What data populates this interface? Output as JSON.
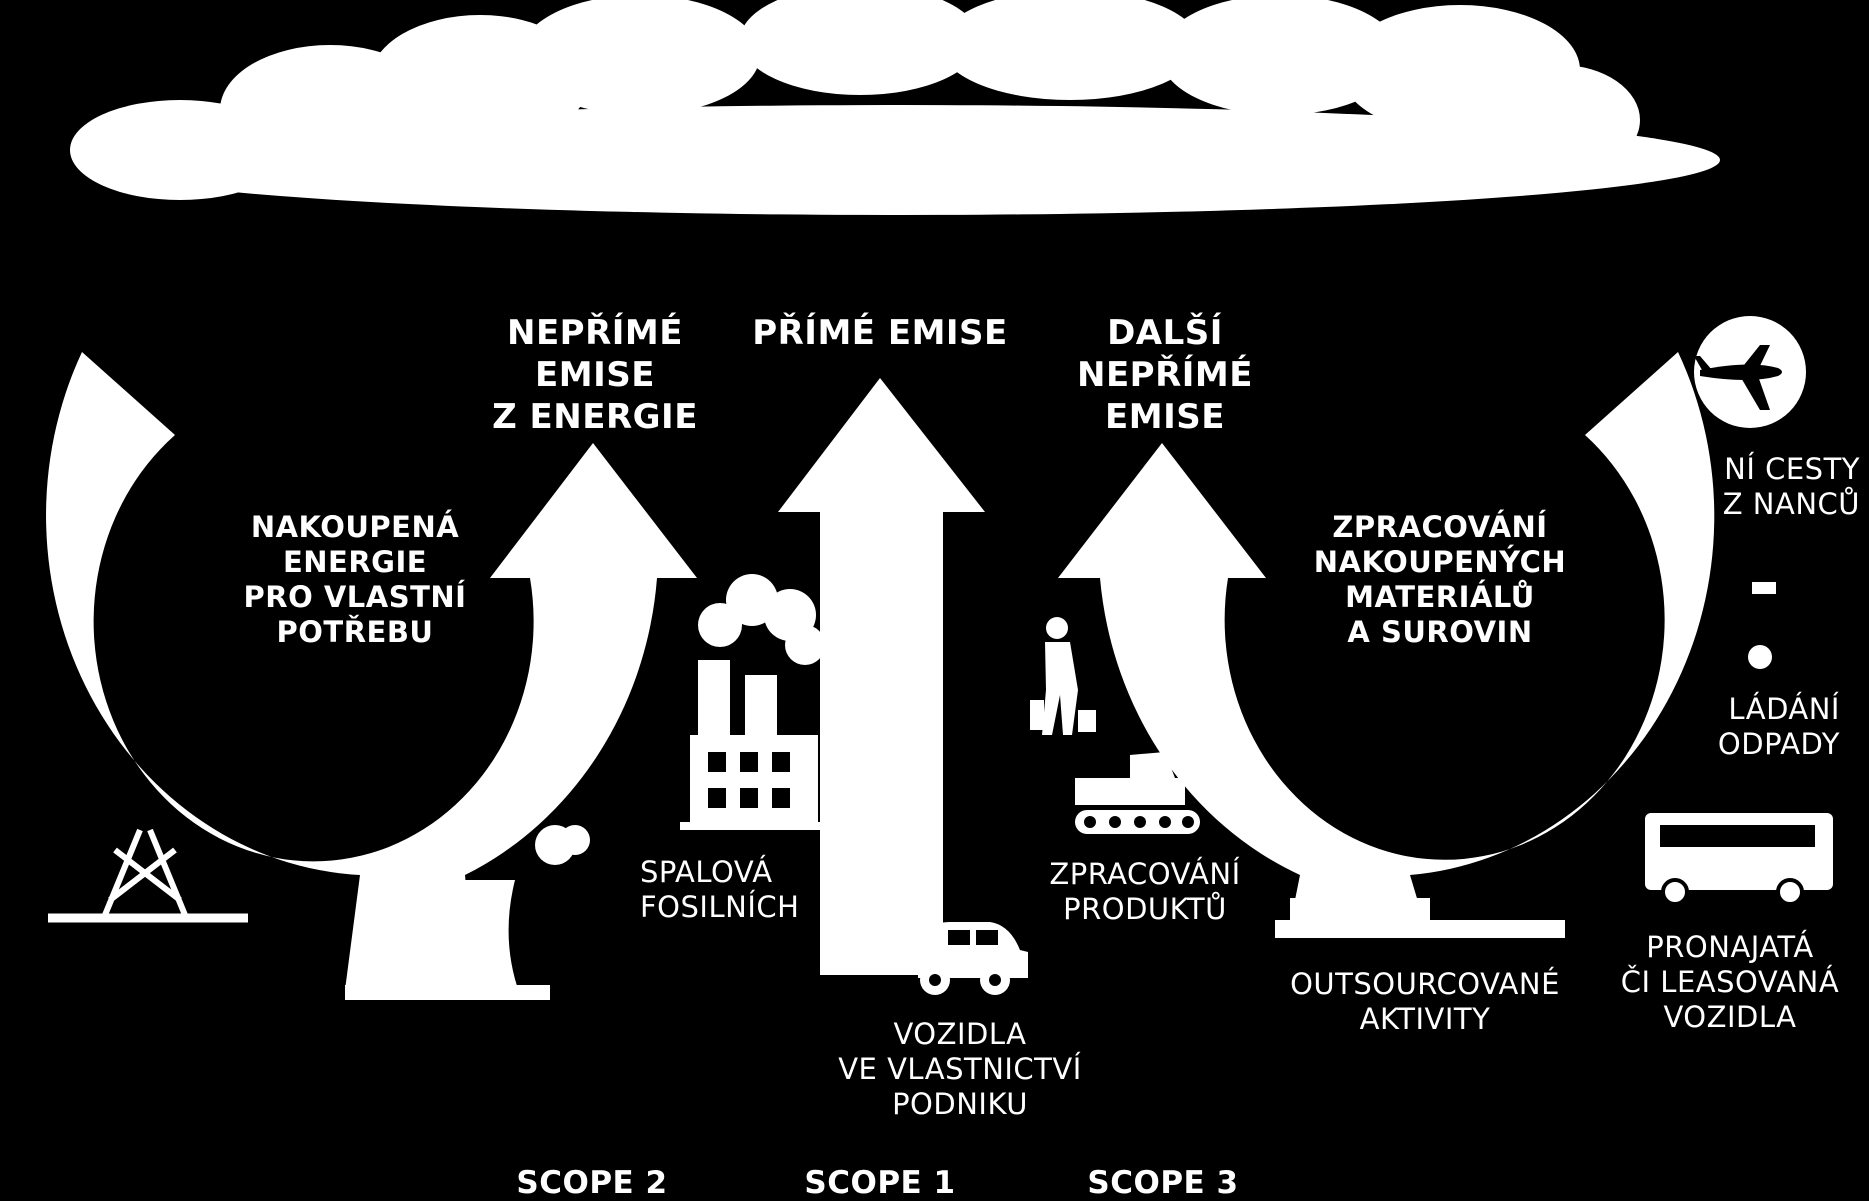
{
  "colors": {
    "background": "#000000",
    "foreground": "#ffffff"
  },
  "headings": {
    "indirect_energy": "NEPŘÍMÉ\nEMISE\nZ ENERGIE",
    "direct": "PŘÍMÉ EMISE",
    "other_indirect": "DALŠÍ\nNEPŘÍMÉ\nEMISE"
  },
  "inner_labels": {
    "purchased_energy": "NAKOUPENÁ\nENERGIE\nPRO VLASTNÍ\nPOTŘEBU",
    "processing_materials": "ZPRACOVÁNÍ\nNAKOUPENÝCH\nMATERIÁLŮ\nA SUROVIN"
  },
  "sources": {
    "fossil_fuel": "SPALOVÁ\nFOSILNÍCH",
    "product_processing": "ZPRACOVÁNÍ\nPRODUKTŮ",
    "owned_vehicles": "VOZIDLA\nVE VLASTNICTVÍ\nPODNIKU",
    "outsourced": "OUTSOURCOVANÉ\nAKTIVITY",
    "business_travel": "NÍ CESTY\nZ   NANCŮ",
    "waste": "LÁDÁNÍ\nODPADY",
    "leased_vehicles": "PRONAJATÁ\nČI LEASOVANÁ\nVOZIDLA"
  },
  "scopes": {
    "scope2": "SCOPE 2",
    "scope1": "SCOPE 1",
    "scope3": "SCOPE 3"
  },
  "icons": [
    "cloud-icon",
    "power-pylon-icon",
    "cooling-tower-icon",
    "factory-icon",
    "car-icon",
    "worker-icon",
    "excavator-icon",
    "airplane-icon",
    "garbage-truck-icon",
    "bus-icon"
  ]
}
